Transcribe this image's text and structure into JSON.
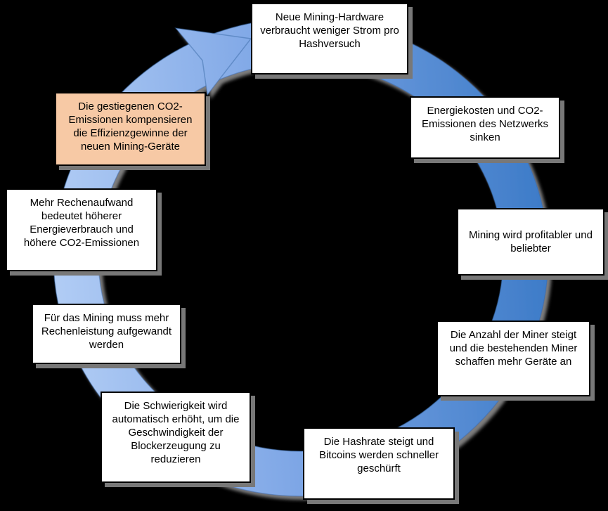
{
  "diagram": {
    "type": "cycle",
    "direction": "clockwise",
    "colors": {
      "background": "#000000",
      "ring_dark_blue": "#3B7AC7",
      "ring_mid_blue": "#7FA7E6",
      "ring_light_blue": "#B2CDF5",
      "ring_outline": "#33639F",
      "box_fill": "#FFFFFF",
      "box_border": "#000000",
      "box_shadow": "#787878",
      "highlight_box_fill": "#F7C9A5"
    },
    "steps": [
      {
        "id": 1,
        "position": "top",
        "highlighted": false,
        "label": "Neue Mining-Hardware verbraucht weniger Strom pro Hashversuch"
      },
      {
        "id": 2,
        "position": "upper-right",
        "highlighted": false,
        "label": "Energiekosten und CO2-Emissionen des Netzwerks sinken"
      },
      {
        "id": 3,
        "position": "right",
        "highlighted": false,
        "label": "Mining wird profitabler und beliebter"
      },
      {
        "id": 4,
        "position": "lower-right",
        "highlighted": false,
        "label": "Die Anzahl der Miner steigt und die bestehenden Miner schaffen mehr Geräte an"
      },
      {
        "id": 5,
        "position": "bottom-right",
        "highlighted": false,
        "label": "Die Hashrate steigt und Bitcoins werden schneller geschürft"
      },
      {
        "id": 6,
        "position": "bottom-left",
        "highlighted": false,
        "label": "Die Schwierigkeit wird automatisch erhöht, um die Geschwindigkeit der Blockerzeugung zu reduzieren"
      },
      {
        "id": 7,
        "position": "lower-left",
        "highlighted": false,
        "label": "Für das Mining muss mehr Rechenleistung aufgewandt werden"
      },
      {
        "id": 8,
        "position": "left",
        "highlighted": false,
        "label": "Mehr Rechenaufwand bedeutet höherer Energieverbrauch und höhere CO2-Emissionen"
      },
      {
        "id": 9,
        "position": "upper-left",
        "highlighted": true,
        "label": "Die gestiegenen CO2-Emissionen kompensieren die Effizienzgewinne der neuen Mining-Geräte"
      }
    ]
  }
}
